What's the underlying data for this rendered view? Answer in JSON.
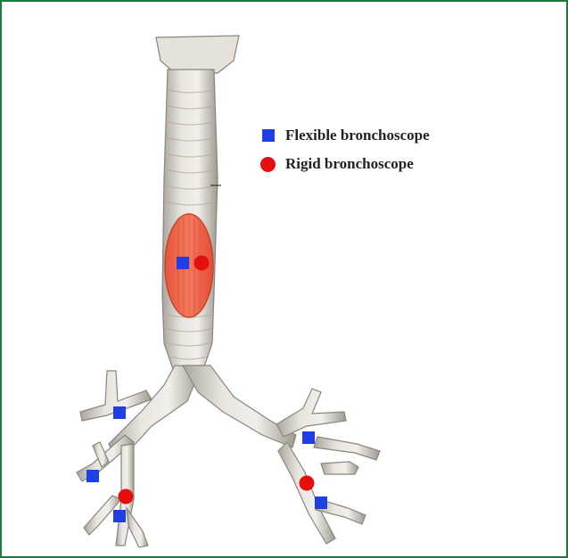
{
  "legend": {
    "flexible_label": "Flexible bronchoscope",
    "rigid_label": "Rigid bronchoscope"
  },
  "colors": {
    "flexible": "#1f3fe6",
    "rigid": "#e60f0f",
    "frame": "#1e7a3c",
    "lesion": "#ef5a40"
  },
  "markers": [
    {
      "type": "flexible",
      "site": "trachea"
    },
    {
      "type": "rigid",
      "site": "trachea"
    },
    {
      "type": "flexible",
      "site": "right-upper-lobe-bronchus"
    },
    {
      "type": "flexible",
      "site": "right-middle-lobe-bronchus"
    },
    {
      "type": "rigid",
      "site": "right-lower-lobe-bronchus"
    },
    {
      "type": "flexible",
      "site": "right-lower-lobe-bronchus"
    },
    {
      "type": "flexible",
      "site": "left-upper-lobe-bronchus"
    },
    {
      "type": "rigid",
      "site": "left-lower-lobe-bronchus"
    },
    {
      "type": "flexible",
      "site": "left-lower-lobe-bronchus"
    }
  ]
}
